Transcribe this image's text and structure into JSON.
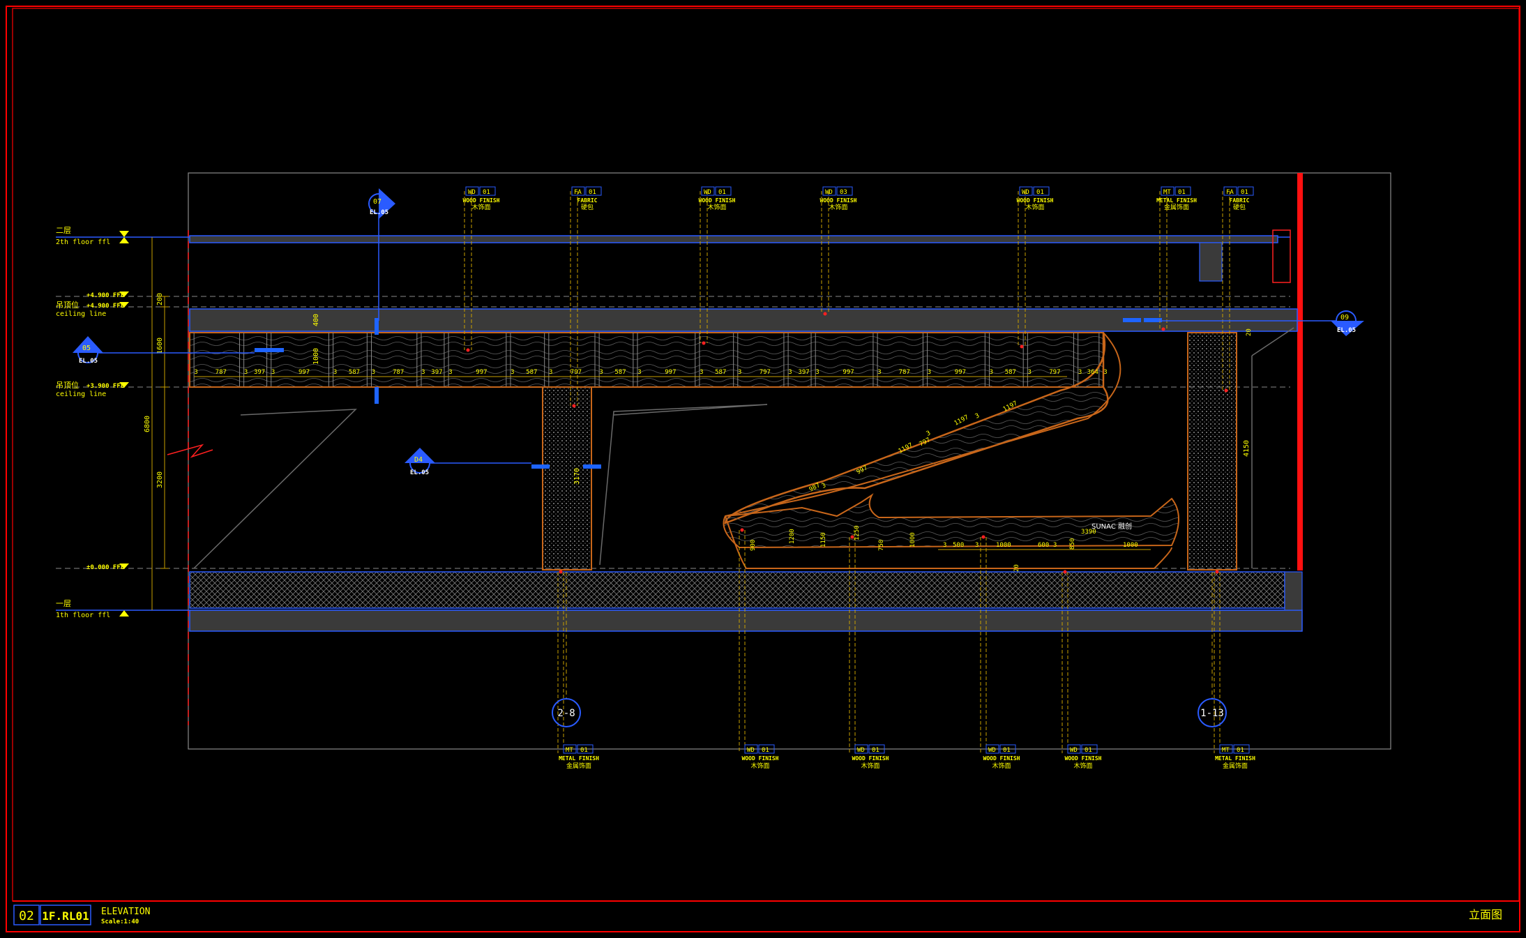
{
  "colors": {
    "background": "#000000",
    "frame": "#ff0000",
    "structure": "#2a5bff",
    "text": "#ffff00",
    "slab": "#3a3a3a",
    "wood": "#c8661a"
  },
  "drawing": {
    "title_block": {
      "number": "02",
      "code": "1F.RL01",
      "title": "ELEVATION",
      "scale_label": "Scale:1:40",
      "right_label": "立面图"
    },
    "levels": [
      {
        "cn": "二层",
        "en": "2th floor ffl"
      },
      {
        "cn": "吊顶位",
        "en": "ceiling line"
      },
      {
        "cn": "吊顶位",
        "en": "ceiling line"
      },
      {
        "cn": "一层",
        "en": "1th floor ffl"
      }
    ],
    "level_marks": [
      "+4.900 FFL",
      "+4.900 FFL",
      "+3.900 FFL",
      "±0.000 FFL"
    ],
    "vertical_dims": [
      "200",
      "1600",
      "6800",
      "3200",
      "400",
      "1000",
      "3170",
      "4150",
      "20"
    ],
    "ceiling_dims": [
      "3",
      "787",
      "3",
      "397",
      "3",
      "997",
      "3",
      "587",
      "3",
      "787",
      "3",
      "397",
      "3",
      "997",
      "3",
      "587",
      "3",
      "797",
      "3",
      "587",
      "3",
      "997",
      "3",
      "587",
      "3",
      "797",
      "3",
      "397",
      "3",
      "997",
      "3",
      "787",
      "3",
      "997",
      "3",
      "587",
      "3",
      "797",
      "3",
      "364",
      "3"
    ],
    "stair_dims": [
      "987",
      "3",
      "997",
      "1197",
      "797",
      "3",
      "1197",
      "3",
      "1197"
    ],
    "base_dims": [
      "900",
      "1200",
      "1150",
      "1250",
      "750",
      "1000",
      "500",
      "1000",
      "600",
      "3390",
      "850",
      "1000",
      "20",
      "3",
      "3",
      "3"
    ],
    "section_markers": [
      {
        "num": "07",
        "ref": "EL.05"
      },
      {
        "num": "05",
        "ref": "EL.05"
      },
      {
        "num": "D4",
        "ref": "EL.05"
      },
      {
        "num": "09",
        "ref": "EL.05"
      }
    ],
    "grid_markers": [
      "2-8",
      "1-13"
    ],
    "top_callouts": [
      {
        "code": "WD",
        "num": "01",
        "en": "WOOD FINISH",
        "cn": "木饰面"
      },
      {
        "code": "FA",
        "num": "01",
        "en": "FABRIC",
        "cn": "硬包"
      },
      {
        "code": "WD",
        "num": "01",
        "en": "WOOD FINISH",
        "cn": "木饰面"
      },
      {
        "code": "WD",
        "num": "03",
        "en": "WOOD FINISH",
        "cn": "木饰面"
      },
      {
        "code": "WD",
        "num": "01",
        "en": "WOOD FINISH",
        "cn": "木饰面"
      },
      {
        "code": "MT",
        "num": "01",
        "en": "METAL FINISH",
        "cn": "金属饰面"
      },
      {
        "code": "FA",
        "num": "01",
        "en": "FABRIC",
        "cn": "硬包"
      }
    ],
    "bottom_callouts": [
      {
        "code": "MT",
        "num": "01",
        "en": "METAL FINISH",
        "cn": "金属饰面"
      },
      {
        "code": "WD",
        "num": "01",
        "en": "WOOD FINISH",
        "cn": "木饰面"
      },
      {
        "code": "WD",
        "num": "01",
        "en": "WOOD FINISH",
        "cn": "木饰面"
      },
      {
        "code": "WD",
        "num": "01",
        "en": "WOOD FINISH",
        "cn": "木饰面"
      },
      {
        "code": "WD",
        "num": "01",
        "en": "WOOD FINISH",
        "cn": "木饰面"
      },
      {
        "code": "MT",
        "num": "01",
        "en": "METAL FINISH",
        "cn": "金属饰面"
      }
    ],
    "signage": "SUNAC 融创"
  }
}
